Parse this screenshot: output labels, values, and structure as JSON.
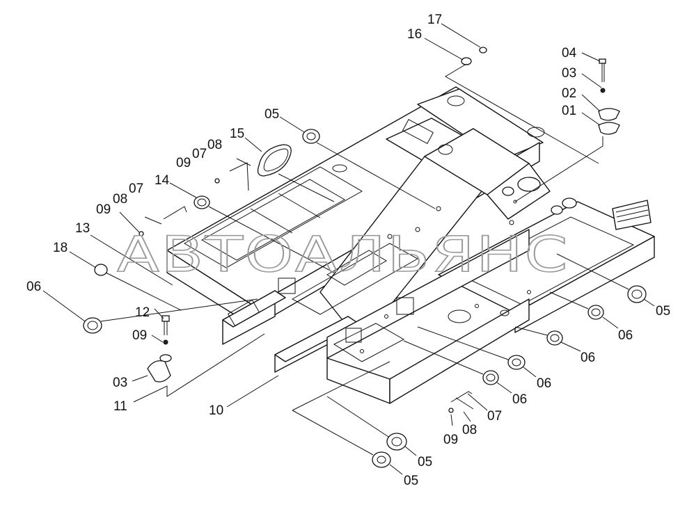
{
  "watermark": "АВТОАЛЬЯНС",
  "callouts": [
    {
      "id": "c17",
      "text": "17"
    },
    {
      "id": "c16",
      "text": "16"
    },
    {
      "id": "c04",
      "text": "04"
    },
    {
      "id": "c03a",
      "text": "03"
    },
    {
      "id": "c02",
      "text": "02"
    },
    {
      "id": "c01",
      "text": "01"
    },
    {
      "id": "c05a",
      "text": "05"
    },
    {
      "id": "c15",
      "text": "15"
    },
    {
      "id": "c08a",
      "text": "08"
    },
    {
      "id": "c07a",
      "text": "07"
    },
    {
      "id": "c09a",
      "text": "09"
    },
    {
      "id": "c14",
      "text": "14"
    },
    {
      "id": "c07b",
      "text": "07"
    },
    {
      "id": "c08b",
      "text": "08"
    },
    {
      "id": "c09b",
      "text": "09"
    },
    {
      "id": "c13",
      "text": "13"
    },
    {
      "id": "c18",
      "text": "18"
    },
    {
      "id": "c06a",
      "text": "06"
    },
    {
      "id": "c12",
      "text": "12"
    },
    {
      "id": "c09c",
      "text": "09"
    },
    {
      "id": "c03b",
      "text": "03"
    },
    {
      "id": "c11",
      "text": "11"
    },
    {
      "id": "c10",
      "text": "10"
    },
    {
      "id": "c05b",
      "text": "05"
    },
    {
      "id": "c06b",
      "text": "06"
    },
    {
      "id": "c06c",
      "text": "06"
    },
    {
      "id": "c06d",
      "text": "06"
    },
    {
      "id": "c06e",
      "text": "06"
    },
    {
      "id": "c07c",
      "text": "07"
    },
    {
      "id": "c08c",
      "text": "08"
    },
    {
      "id": "c09d",
      "text": "09"
    },
    {
      "id": "c05c",
      "text": "05"
    },
    {
      "id": "c05d",
      "text": "05"
    }
  ]
}
